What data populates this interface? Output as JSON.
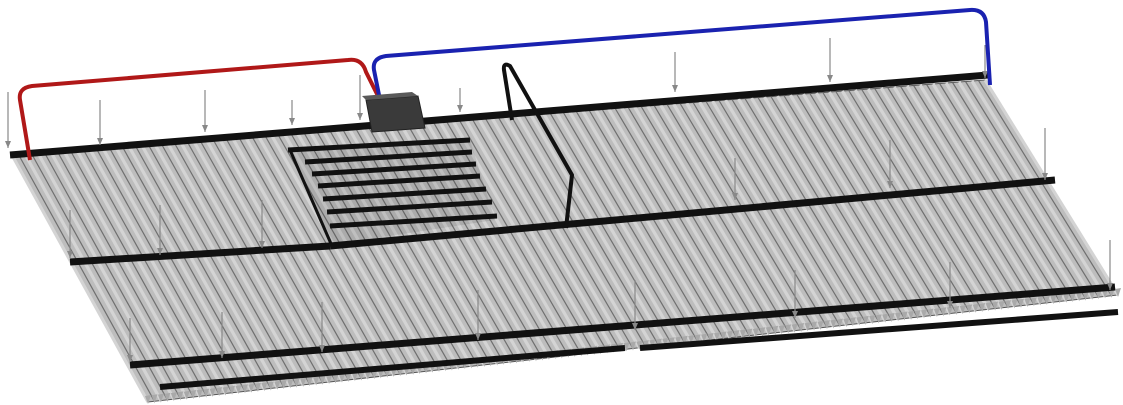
{
  "diagram": {
    "subject": "isometric-radiant-ceiling-panel-array",
    "colors": {
      "background": "#ffffff",
      "tube_light": "#d4d4d4",
      "tube_mid": "#a9a9a9",
      "tube_dark": "#6f6f6f",
      "header_bar": "#111111",
      "supply_pipe": "#b01818",
      "return_pipe": "#1a22b0",
      "riser_pipe": "#111111",
      "manifold_box": "#3a3a3a",
      "hanger": "#888888"
    },
    "components": [
      "panel-tube-array",
      "header-bar",
      "supply-pipe-red",
      "return-pipe-blue",
      "riser-pipe-black",
      "manifold-box",
      "hanger-rod",
      "cutout-frame"
    ]
  }
}
